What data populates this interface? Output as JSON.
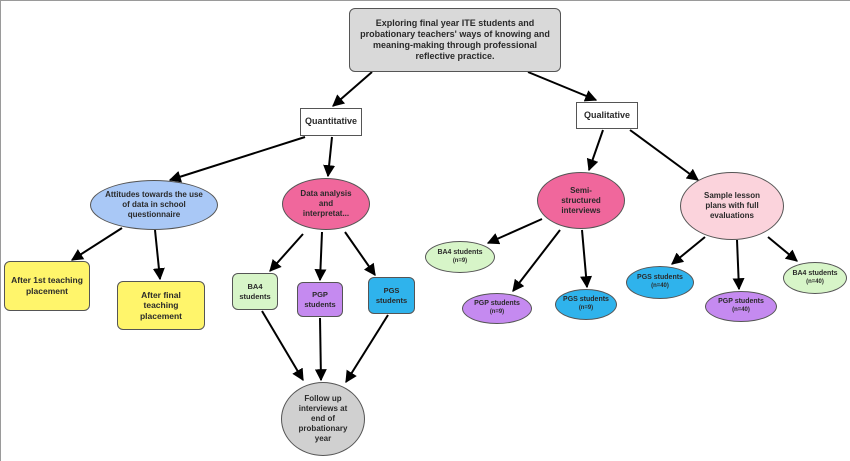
{
  "colors": {
    "root_fill": "#d9d9d9",
    "box_fill": "#ffffff",
    "attitudes_fill": "#a9c8f6",
    "data_fill": "#f0679c",
    "yellow_fill": "#fff56b",
    "green_fill": "#d7f5c8",
    "purple_fill": "#c58af0",
    "blue_fill": "#2fb3ec",
    "gray_fill": "#d0d0d0",
    "pink_fill": "#f0679c",
    "lightpink_fill": "#fbd3dc",
    "arrow": "#000000"
  },
  "nodes": {
    "root": {
      "text": "Exploring final year ITE students and probationary teachers' ways of knowing and meaning-making through professional reflective practice."
    },
    "quantitative": {
      "text": "Quantitative"
    },
    "qualitative": {
      "text": "Qualitative"
    },
    "attitudes": {
      "text": "Attitudes towards the use of data in school questionnaire"
    },
    "data_analysis": {
      "text": "Data analysis and interpretat..."
    },
    "after_first": {
      "text": "After 1st teaching placement"
    },
    "after_final": {
      "text": "After final teaching placement"
    },
    "ba4_quant": {
      "text": "BA4 students"
    },
    "pgp_quant": {
      "text": "PGP students"
    },
    "pgs_quant": {
      "text": "PGS students"
    },
    "follow_up": {
      "text": "Follow up interviews at end of probationary year"
    },
    "semi": {
      "text": "Semi-structured interviews"
    },
    "lesson_plans": {
      "text": "Sample lesson plans with full evaluations"
    },
    "ba4_semi": {
      "text": "BA4 students",
      "n": "(n=9)"
    },
    "pgp_semi": {
      "text": "PGP students",
      "n": "(n=9)"
    },
    "pgs_semi": {
      "text": "PGS students",
      "n": "(n=9)"
    },
    "pgs_lesson": {
      "text": "PGS students",
      "n": "(n=40)"
    },
    "pgp_lesson": {
      "text": "PGP students",
      "n": "(n=40)"
    },
    "ba4_lesson": {
      "text": "BA4 students",
      "n": "(n=40)"
    }
  }
}
